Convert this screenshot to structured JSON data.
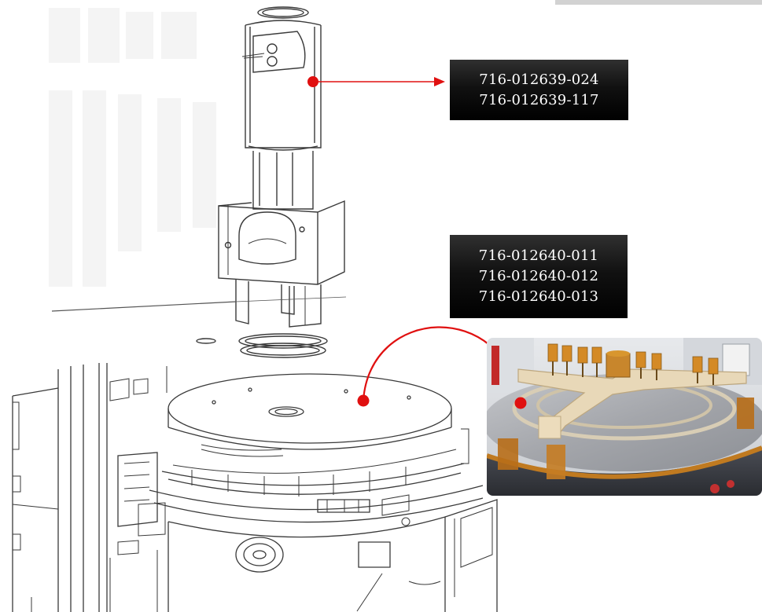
{
  "callouts": {
    "upper": {
      "part_numbers": [
        "716-012639-024",
        "716-012639-117"
      ]
    },
    "lower": {
      "part_numbers": [
        "716-012640-011",
        "716-012640-012",
        "716-012640-013"
      ]
    }
  },
  "colors": {
    "callout_line": "#e01010",
    "label_background": "#000000",
    "label_text": "#ffffff",
    "line_art": "#3a3a3a",
    "photo_plate": "#a4a6ab",
    "photo_bracket": "#e8d8b8",
    "photo_kapton": "#c07a20"
  },
  "icons": {
    "marker": "red-dot-marker-icon",
    "arrowhead": "red-arrowhead-icon"
  }
}
